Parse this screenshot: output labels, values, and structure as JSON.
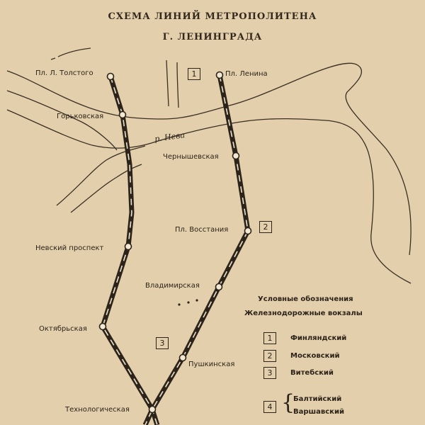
{
  "title": {
    "line1": "СХЕМА ЛИНИЙ МЕТРОПОЛИТЕНА",
    "line2": "Г. ЛЕНИНГРАДА"
  },
  "river": {
    "label": "р. Нева"
  },
  "stations": [
    {
      "id": "tolstogo",
      "name": "Пл. Л. Толстого"
    },
    {
      "id": "gorkovskaya",
      "name": "Горьковская"
    },
    {
      "id": "nevsky",
      "name": "Невский проспект"
    },
    {
      "id": "oktyabrskaya",
      "name": "Октябрьская"
    },
    {
      "id": "tekhnologicheskaya",
      "name": "Технологическая"
    },
    {
      "id": "lenina",
      "name": "Пл. Ленина"
    },
    {
      "id": "chernyshevskaya",
      "name": "Чернышевская"
    },
    {
      "id": "vosstaniya",
      "name": "Пл. Восстания"
    },
    {
      "id": "vladimirskaya",
      "name": "Владимирская"
    },
    {
      "id": "pushkinskaya",
      "name": "Пушкинская"
    }
  ],
  "station_markers": [
    "1",
    "2",
    "3"
  ],
  "legend": {
    "heading1": "Условные обозначения",
    "heading2": "Железнодорожные вокзалы",
    "items": [
      {
        "number": "1",
        "names": [
          "Финляндский"
        ]
      },
      {
        "number": "2",
        "names": [
          "Московский"
        ]
      },
      {
        "number": "3",
        "names": [
          "Витебский"
        ]
      },
      {
        "number": "4",
        "names": [
          "Балтийский",
          "Варшавский"
        ]
      }
    ]
  },
  "colors": {
    "paper": "#e3cfab",
    "ink": "#2c241b",
    "line_dash": "#efe3c8"
  }
}
